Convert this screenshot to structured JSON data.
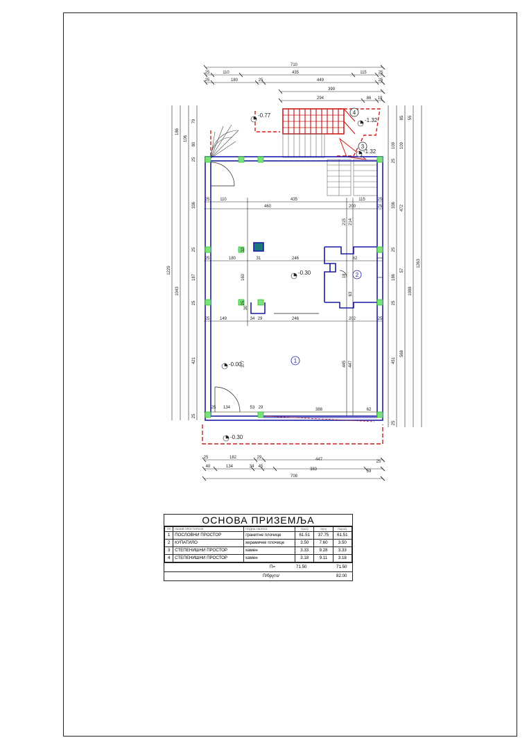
{
  "plan": {
    "top_dims": [
      "710",
      "25",
      "110",
      "435",
      "115",
      "25",
      "25",
      "180",
      "25",
      "449",
      "25",
      "399",
      "294",
      "86",
      "19"
    ],
    "bottom_dims": [
      "25",
      "182",
      "29",
      "447",
      "25",
      "40",
      "134",
      "34",
      "45",
      "383",
      "59",
      "708"
    ],
    "left_dims": [
      "1229",
      "1043",
      "186",
      "106",
      "79",
      "80",
      "25",
      "336",
      "25",
      "187",
      "25",
      "421",
      "25"
    ],
    "right_dims": [
      "85",
      "55",
      "109",
      "109",
      "25",
      "336",
      "472",
      "25",
      "57",
      "1263",
      "186",
      "1088",
      "25",
      "451",
      "568",
      "25"
    ],
    "inner_dims": [
      "25",
      "110",
      "435",
      "115",
      "25",
      "460",
      "200",
      "25",
      "215",
      "214",
      "25",
      "180",
      "31",
      "246",
      "62",
      "25",
      "149",
      "34",
      "29",
      "246",
      "202",
      "25",
      "32",
      "160",
      "25",
      "377",
      "445",
      "447",
      "25",
      "134",
      "53",
      "29",
      "388",
      "62",
      "18",
      "63",
      "30"
    ],
    "levels": [
      "-0.77",
      "-1.32",
      "-1.32",
      "-0.30",
      "-0.00",
      "-0.30"
    ],
    "room_numbers": [
      "1",
      "2",
      "3",
      "4"
    ],
    "colors": {
      "wall": "#1a1aa8",
      "stair": "#d11a1a",
      "column": "#2ec02e",
      "dim": "#222222"
    }
  },
  "legend": {
    "title": "ОСНОВА ПРИЗЕМЉА",
    "headers": [
      "ПП",
      "НАЗИВ ПРОСТОРИЈЕ",
      "ПОДНА ОБЛОГА",
      "П(m2)",
      "О(m)",
      "Пк(m2)"
    ],
    "rows": [
      {
        "no": "1",
        "name": "ПОСЛОВНИ ПРОСТОР",
        "material": "гранитне плочице",
        "area": "61.51",
        "perimeter": "37.75",
        "net": "61.51"
      },
      {
        "no": "2",
        "name": "КУПАТИЛО",
        "material": "керамичке плочице",
        "area": "3.50",
        "perimeter": "7.60",
        "net": "3.50"
      },
      {
        "no": "3",
        "name": "СТЕПЕНИШНИ ПРОСТОР",
        "material": "камен",
        "area": "3.33",
        "perimeter": "9.28",
        "net": "3.33"
      },
      {
        "no": "4",
        "name": "СТЕПЕНИШНИ ПРОСТОР",
        "material": "камен",
        "area": "3.18",
        "perimeter": "9.11",
        "net": "3.18"
      }
    ],
    "sum_label": "П=",
    "sum_area": "71.50",
    "sum_net": "71.50",
    "gross_label": "П/бруто/",
    "gross_value": "82.00"
  }
}
